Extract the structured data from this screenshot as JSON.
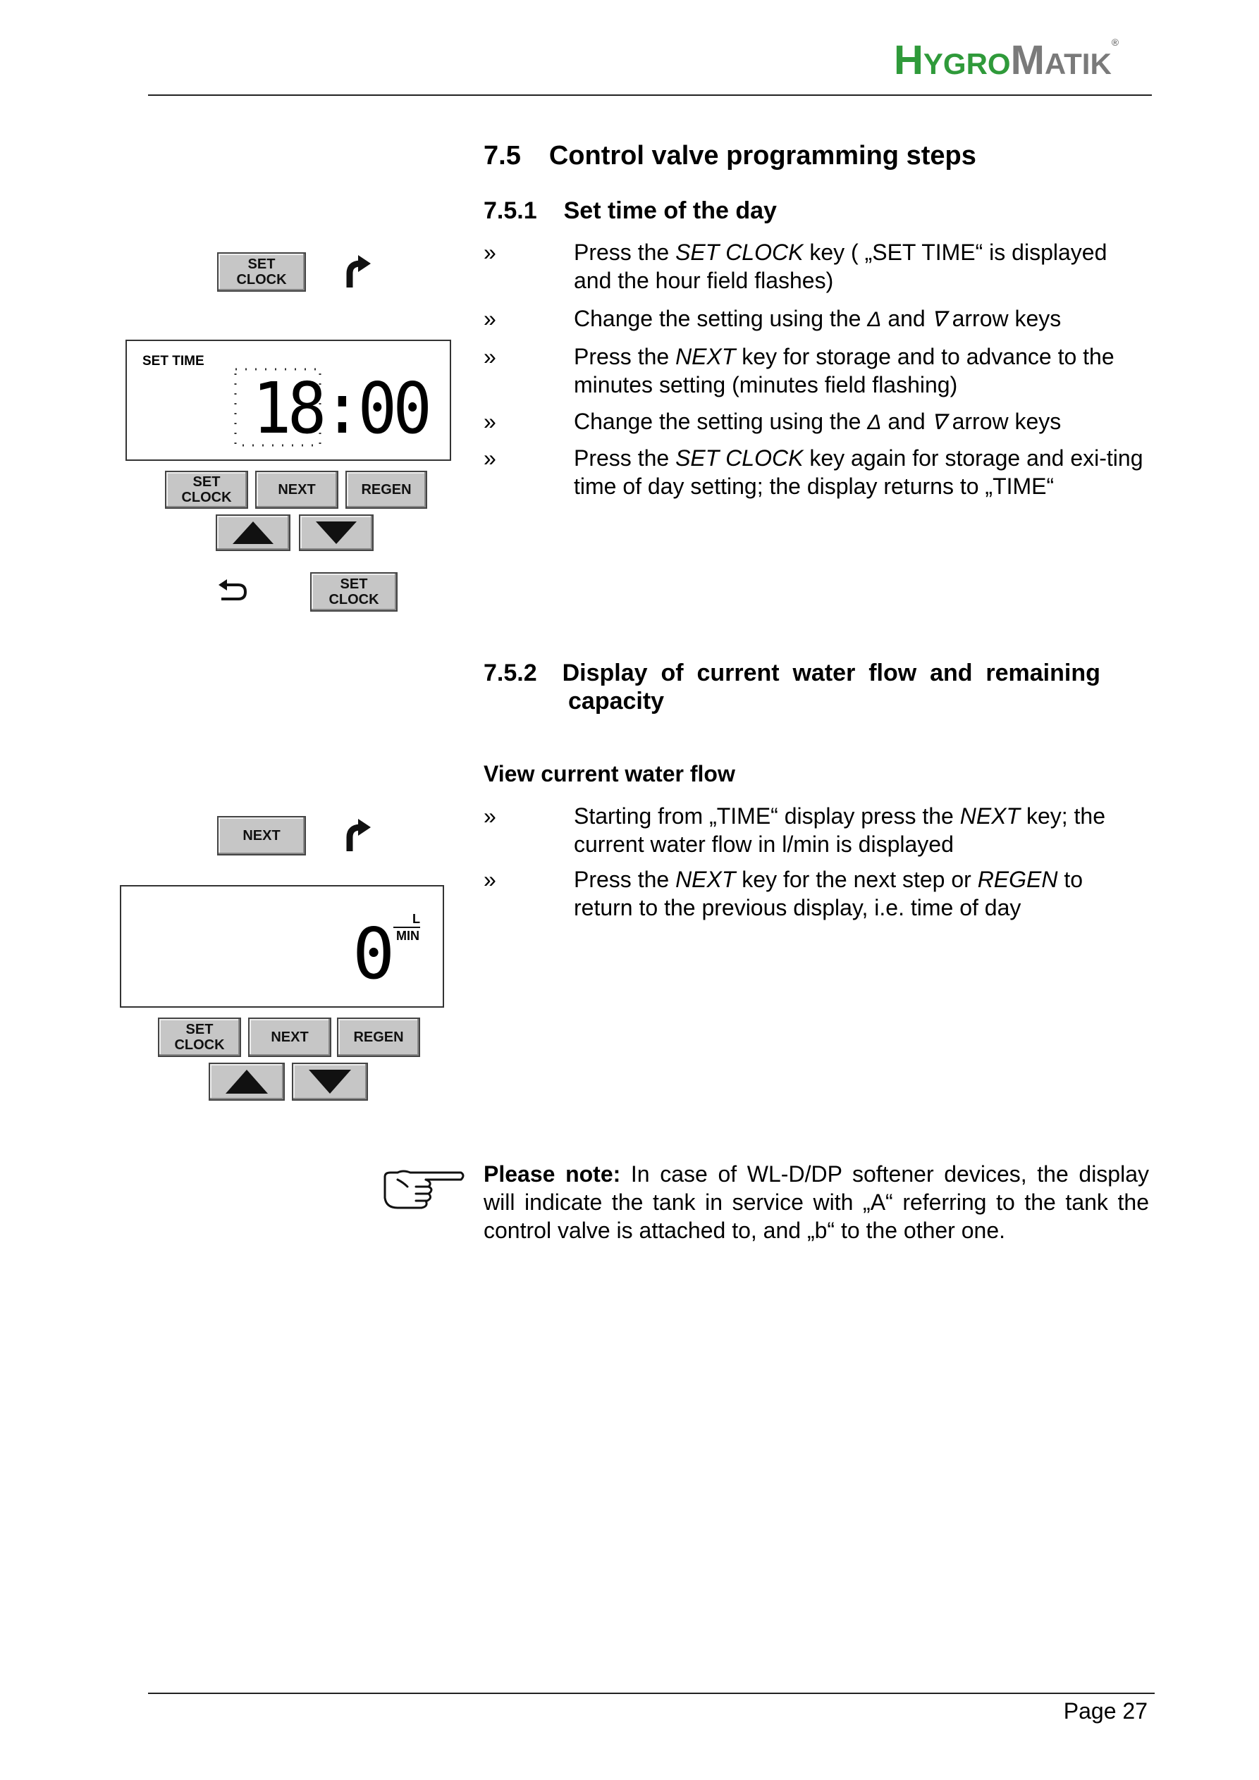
{
  "logo": {
    "text_part1": "H",
    "text_part2": "YGRO",
    "text_part3": "M",
    "text_part4": "ATIK"
  },
  "section": {
    "title_num": "7.5",
    "title": "Control valve programming steps"
  },
  "sub1": {
    "num": "7.5.1",
    "title": "Set time of the day",
    "bullets": [
      {
        "marker": "»",
        "parts": [
          "Press the ",
          "SET CLOCK",
          "  key ( „SET TIME“ is displayed and the hour field flashes)"
        ]
      },
      {
        "marker": "»",
        "parts": [
          "Change the setting using the  ",
          "Δ",
          " and  ",
          "∇",
          " arrow keys"
        ]
      },
      {
        "marker": "»",
        "parts": [
          "Press the ",
          "NEXT",
          " key for storage and to advance to the minutes setting (minutes field flashing)"
        ]
      },
      {
        "marker": "»",
        "parts": [
          "Change the setting using the  ",
          "Δ",
          " and  ",
          "∇",
          " arrow keys"
        ]
      },
      {
        "marker": "»",
        "parts": [
          "Press the ",
          "SET CLOCK",
          " key again for storage and exi-ting time of day setting; the display returns to „TIME“"
        ]
      }
    ]
  },
  "sub2": {
    "num": "7.5.2",
    "title_line1": "Display  of  current  water  flow  and  remaining",
    "title_line2": "capacity",
    "subhead": "View current water flow",
    "bullets": [
      {
        "marker": "»",
        "parts": [
          "Starting from „TIME“ display press the ",
          "NEXT",
          " key; the current water flow in l/min is displayed"
        ]
      },
      {
        "marker": "»",
        "parts": [
          "Press the ",
          "NEXT",
          " key for the next step or ",
          "REGEN",
          " to return to the previous display, i.e. time of  day"
        ]
      }
    ]
  },
  "note": {
    "label": "Please note:",
    "text": " In case of WL-D/DP softener devices, the display will indicate the tank in service with „A“ referring to the tank the control valve is attached to, and „b“ to the other one."
  },
  "diagram1": {
    "top_key": "SET\nCLOCK",
    "lcd_label": "SET TIME",
    "lcd_value": "18:00",
    "keys": [
      "SET\nCLOCK",
      "NEXT",
      "REGEN"
    ],
    "bottom_key": "SET\nCLOCK"
  },
  "diagram2": {
    "top_key": "NEXT",
    "lcd_value": "0",
    "unit_top": "L",
    "unit_bottom": "MIN",
    "keys": [
      "SET\nCLOCK",
      "NEXT",
      "REGEN"
    ]
  },
  "footer": {
    "page": "Page 27"
  }
}
